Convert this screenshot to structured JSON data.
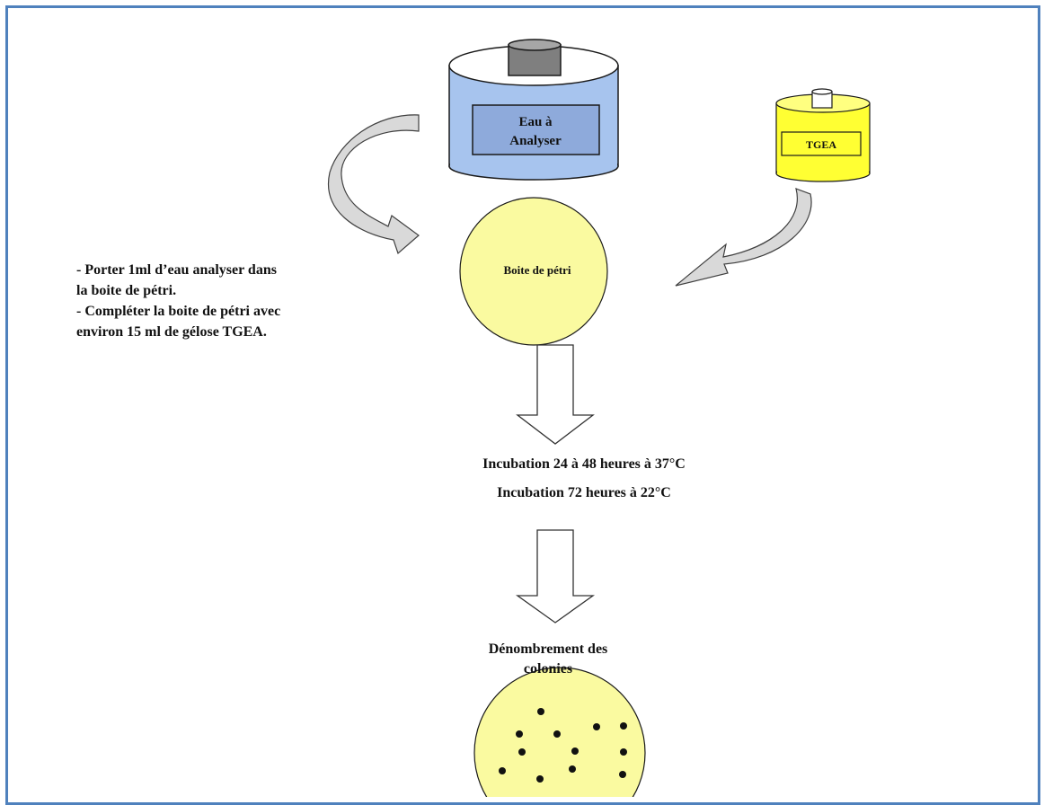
{
  "water_container": {
    "label_line1": "Eau à",
    "label_line2": "Analyser"
  },
  "reagent_bottle": {
    "label": "TGEA"
  },
  "petri_dish": {
    "label": "Boite de pétri"
  },
  "instructions": [
    "- Porter 1ml d’eau analyser dans",
    "la boite de pétri.",
    "- Compléter la boite de pétri avec",
    "environ 15 ml de gélose TGEA."
  ],
  "incubation": [
    "Incubation 24 à 48  heures à 37°C",
    "Incubation 72 heures à 22°C"
  ],
  "count": {
    "line1": "Dénombrement des",
    "line2": "colonies"
  },
  "colors": {
    "frame": "#4f81bd",
    "container_fill": "#a7c4ee",
    "reagent_fill": "#ffff33",
    "dish_fill": "#fafaa0",
    "curved_arrow_fill": "#d9d9d9"
  }
}
